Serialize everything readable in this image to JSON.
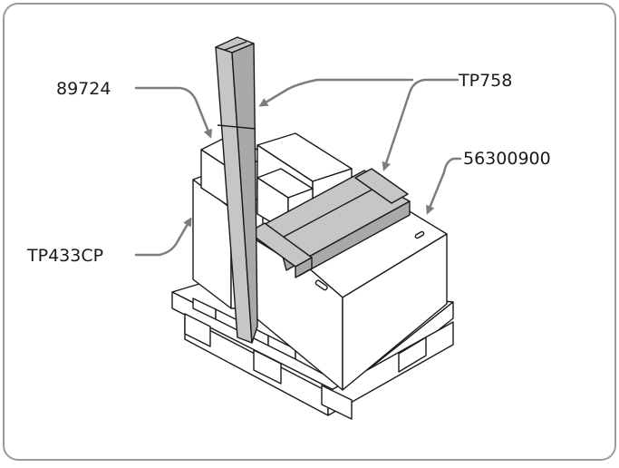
{
  "colors": {
    "frame": "#9a9a9a",
    "line": "#1a1a1a",
    "leader": "#7d7d7d",
    "strap": "#c6c6c6",
    "strap_dark": "#a9a9a9"
  },
  "callouts": [
    {
      "id": "c1",
      "label": "89724"
    },
    {
      "id": "c2",
      "label": "TP758"
    },
    {
      "id": "c3",
      "label": "56300900"
    },
    {
      "id": "c4",
      "label": "TP433CP"
    }
  ]
}
